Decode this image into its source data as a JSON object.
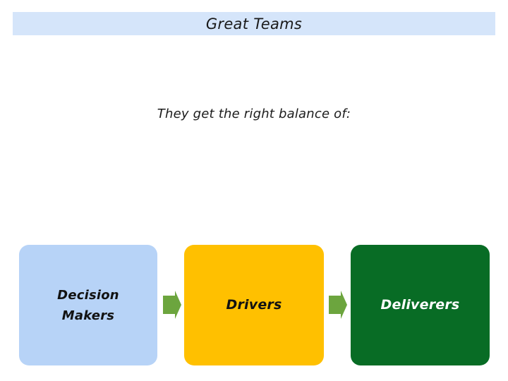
{
  "slide": {
    "title": "Great Teams",
    "subtitle": "They get the right balance of:",
    "flow": {
      "boxes": [
        {
          "label": "Decision Makers",
          "bg_color": "#b7d3f7",
          "text_color": "#121212"
        },
        {
          "label": "Drivers",
          "bg_color": "#ffc000",
          "text_color": "#121212"
        },
        {
          "label": "Deliverers",
          "bg_color": "#086c25",
          "text_color": "#ffffff"
        }
      ],
      "arrows": [
        {
          "icon": "right-block-arrow-icon",
          "color": "#6ca53e"
        },
        {
          "icon": "right-block-arrow-icon",
          "color": "#6ca53e"
        }
      ]
    },
    "colors": {
      "page_bg": "#ffffff",
      "header_bg": "#d5e5fa",
      "title_text": "#1a1a1a",
      "subtitle_text": "#1c1c1c"
    }
  }
}
